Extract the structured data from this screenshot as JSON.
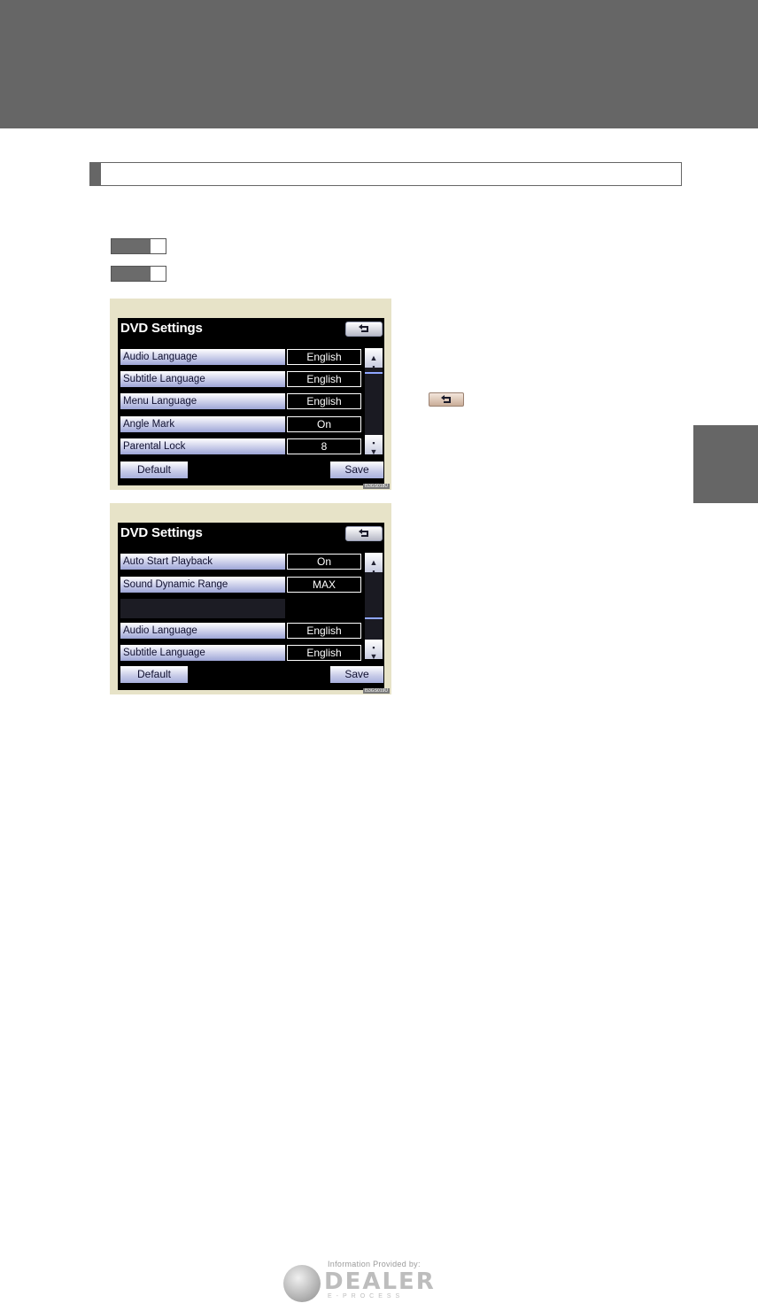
{
  "screen1": {
    "title": "DVD Settings",
    "rows": [
      {
        "label": "Audio Language",
        "value": "English"
      },
      {
        "label": "Subtitle Language",
        "value": "English"
      },
      {
        "label": "Menu Language",
        "value": "English"
      },
      {
        "label": "Angle Mark",
        "value": "On"
      },
      {
        "label": "Parental Lock",
        "value": "8"
      }
    ],
    "default_label": "Default",
    "save_label": "Save",
    "image_code": "I53GS018U"
  },
  "screen2": {
    "title": "DVD Settings",
    "rows": [
      {
        "label": "Auto Start Playback",
        "value": "On"
      },
      {
        "label": "Sound Dynamic Range",
        "value": "MAX"
      },
      {
        "label": "",
        "value": ""
      },
      {
        "label": "Audio Language",
        "value": "English"
      },
      {
        "label": "Subtitle Language",
        "value": "English"
      }
    ],
    "default_label": "Default",
    "save_label": "Save",
    "image_code": "I53GS019U"
  },
  "footer": {
    "provided_by": "Information Provided by:",
    "brand": "DEALER",
    "brand_sub": "E-PROCESS"
  },
  "icons": {
    "back": "back-arrow-icon",
    "scroll_up": "scroll-up-icon",
    "scroll_down": "scroll-down-icon",
    "logo": "globe-logo-icon"
  },
  "colors": {
    "band": "#666666",
    "screen_bg": "#000000",
    "frame_bg": "#e7e3c8"
  }
}
